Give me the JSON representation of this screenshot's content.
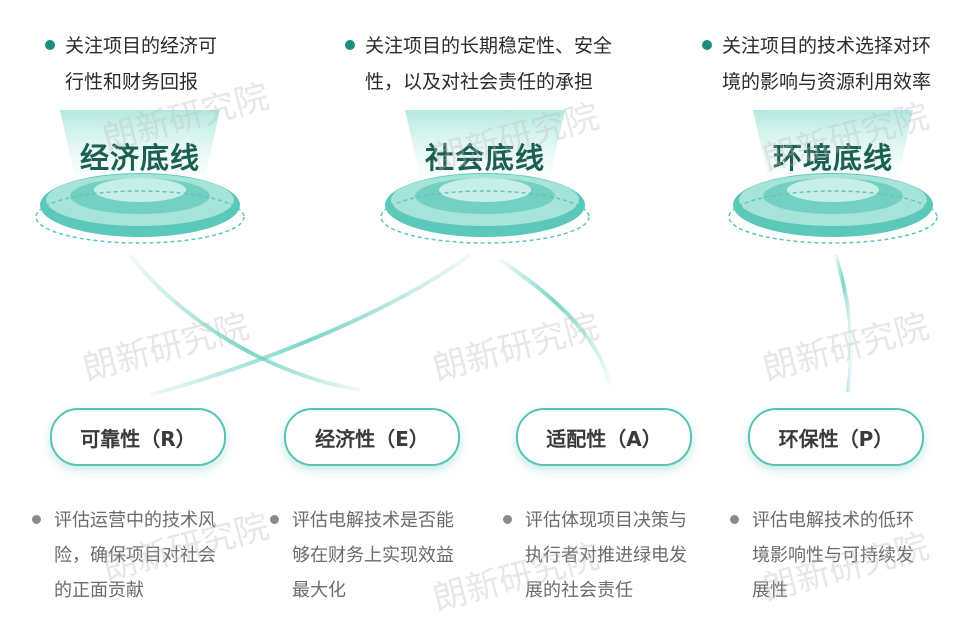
{
  "pillars": [
    {
      "title": "经济底线",
      "desc": "关注项目的经济可\n行性和财务回报"
    },
    {
      "title": "社会底线",
      "desc": "关注项目的长期稳定性、安全\n性，以及对社会责任的承担"
    },
    {
      "title": "环境底线",
      "desc": "关注项目的技术选择对环\n境的影响与资源利用效率"
    }
  ],
  "criteria": [
    {
      "label": "可靠性（R）",
      "desc": "评估运营中的技术风\n险，确保项目对社会\n的正面贡献"
    },
    {
      "label": "经济性（E）",
      "desc": "评估电解技术是否能\n够在财务上实现效益\n最大化"
    },
    {
      "label": "适配性（A）",
      "desc": "评估体现项目决策与\n执行者对推进绿电发\n展的社会责任"
    },
    {
      "label": "环保性（P）",
      "desc": "评估电解技术的低环\n境影响性与可持续发\n展性"
    }
  ],
  "watermark": "朗新研究院",
  "colors": {
    "accent": "#58c2b4",
    "title": "#1b5e52",
    "bullet_top": "#1a8f7e"
  }
}
